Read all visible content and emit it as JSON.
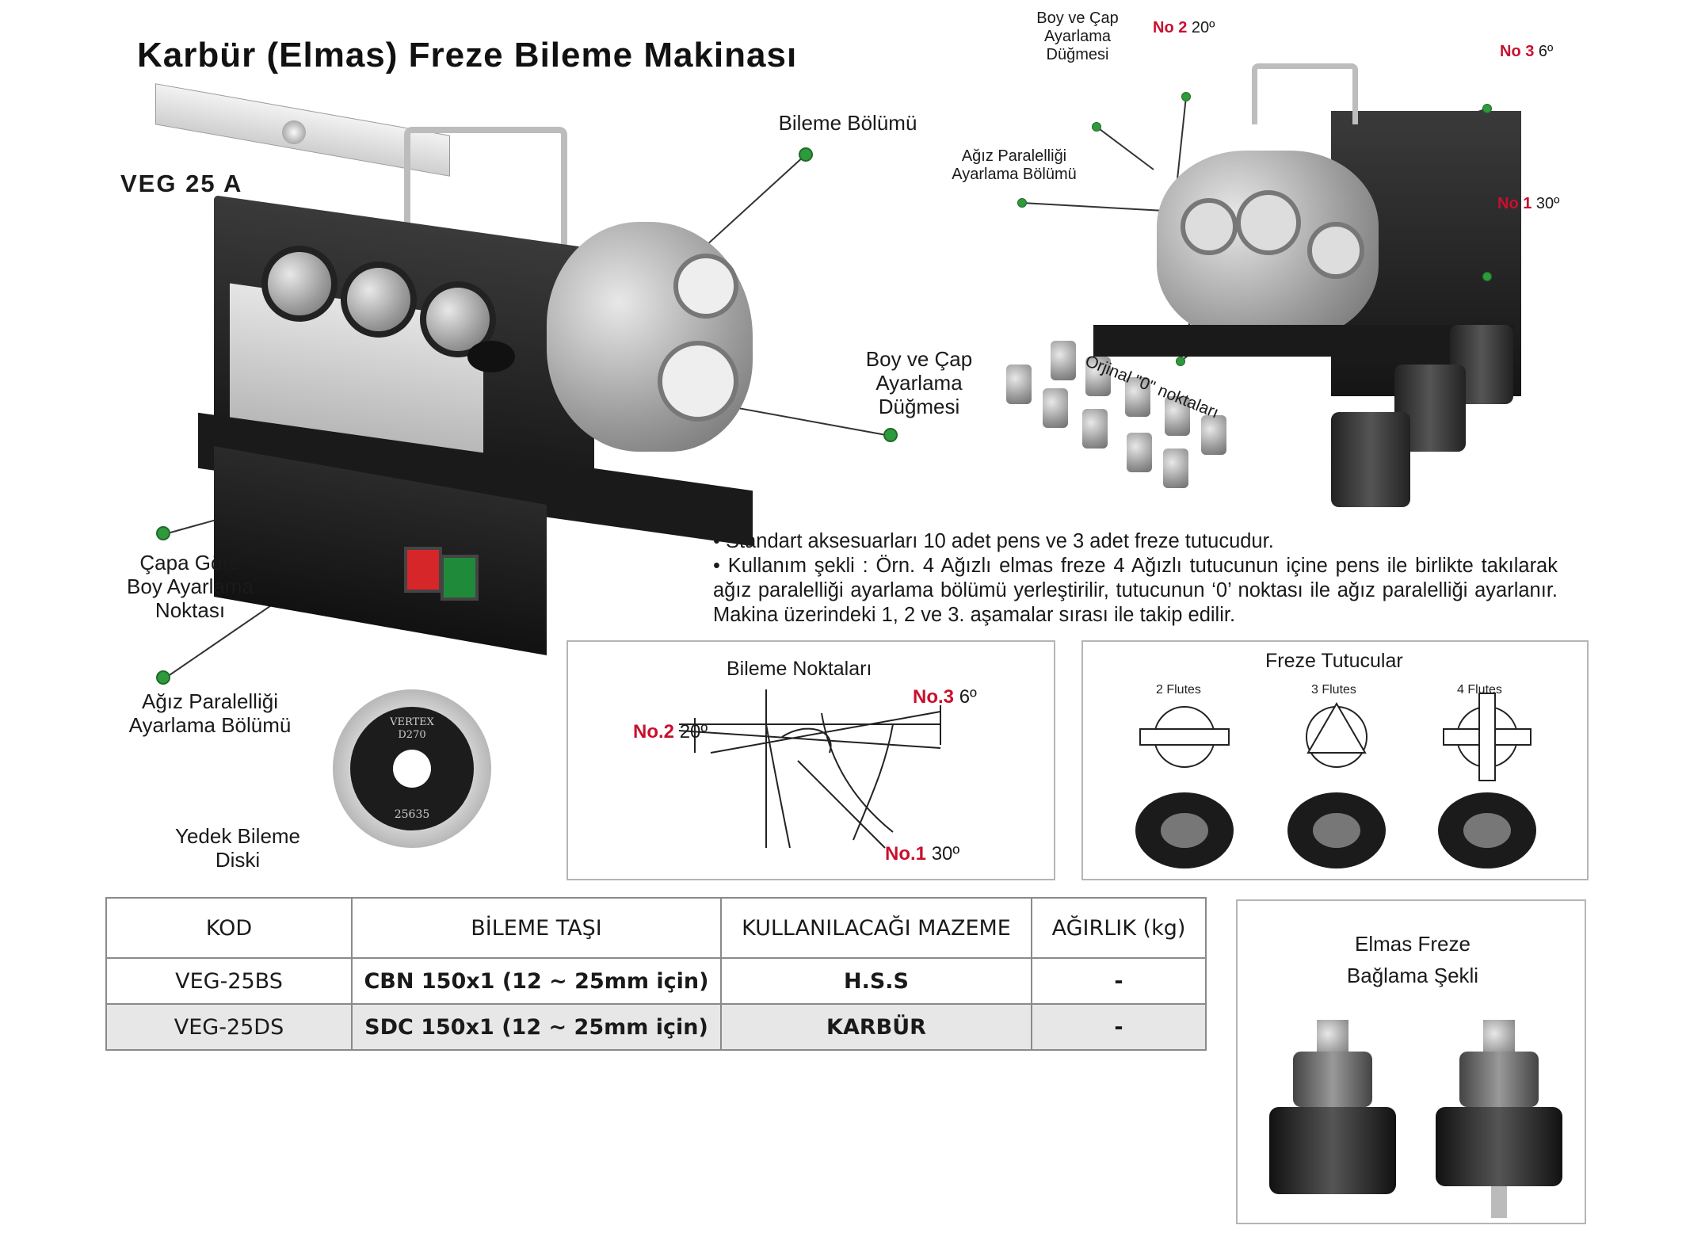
{
  "title": "Karbür (Elmas) Freze Bileme Makinası",
  "model": "VEG  25 A",
  "callouts": {
    "bileme_bolumu": "Bileme Bölümü",
    "boy_cap_line1": "Boy ve Çap",
    "boy_cap_line2": "Ayarlama",
    "boy_cap_line3": "Düğmesi",
    "capa_line1": "Çapa Göre",
    "capa_line2": "Boy Ayarlama",
    "capa_line3": "Noktası",
    "agiz_line1": "Ağız Paralelliği",
    "agiz_line2": "Ayarlama Bölümü",
    "yedek_line1": "Yedek Bileme",
    "yedek_line2": "Diski"
  },
  "right_photo": {
    "boy_cap_line1": "Boy ve Çap",
    "boy_cap_line2": "Ayarlama",
    "boy_cap_line3": "Düğmesi",
    "agiz_line1": "Ağız Paralelliği",
    "agiz_line2": "Ayarlama Bölümü",
    "no2_label": "No 2",
    "no2_angle": "20º",
    "no3_label": "No 3",
    "no3_angle": "6º",
    "no1_label": "No 1",
    "no1_angle": "30º",
    "orijinal": "Orjinal \"0\" noktaları"
  },
  "disc_marks": {
    "brand": "VERTEX",
    "code": "D270",
    "number": "25635"
  },
  "bullets": [
    "• Standart aksesuarları 10 adet pens ve 3 adet freze tutucudur.",
    "• Kullanım şekli : Örn. 4 Ağızlı elmas freze 4 Ağızlı tutucunun içine pens ile birlikte takılarak ağız paralelliği ayarlama bölümü yerleştirilir, tutucunun ‘0’ noktası ile ağız paralelliği ayarlanır. Makina üzerindeki 1, 2 ve 3. aşamalar sırası ile takip edilir."
  ],
  "bileme_noktalari": {
    "title": "Bileme Noktaları",
    "no3_label": "No.3",
    "no3_angle": "6º",
    "no2_label": "No.2",
    "no2_angle": "20º",
    "no1_label": "No.1",
    "no1_angle": "30º"
  },
  "freze_tutucular": {
    "title": "Freze Tutucular",
    "flutes": [
      "2 Flutes",
      "3 Flutes",
      "4 Flutes"
    ]
  },
  "table": {
    "headers": [
      "KOD",
      "BİLEME TAŞI",
      "KULLANILACAĞI MAZEME",
      "AĞIRLIK (kg)"
    ],
    "rows": [
      [
        "VEG-25BS",
        "CBN 150x1 (12 ~ 25mm için)",
        "H.S.S",
        "-"
      ],
      [
        "VEG-25DS",
        "SDC 150x1 (12 ~ 25mm için)",
        "KARBÜR",
        "-"
      ]
    ]
  },
  "elmas_freze": {
    "line1": "Elmas Freze",
    "line2": "Bağlama Şekli"
  },
  "colors": {
    "accent_red": "#c8102e",
    "dot_green": "#2f9a3c",
    "panel_border": "#b5b5b5"
  }
}
